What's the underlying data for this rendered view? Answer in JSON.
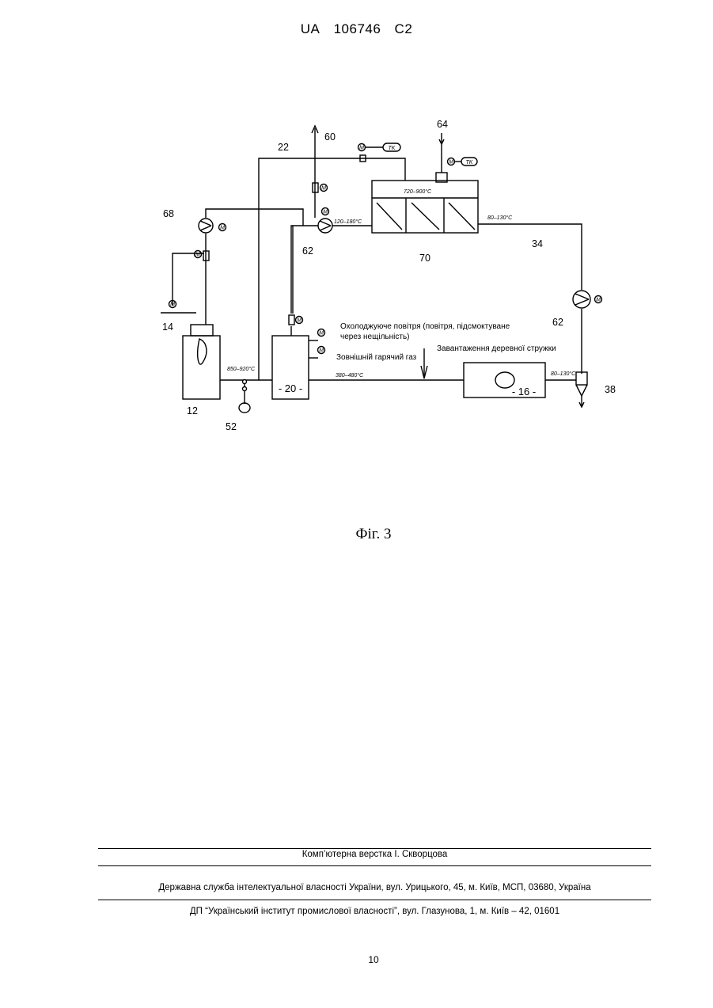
{
  "header": {
    "country": "UA",
    "number": "106746",
    "kind": "C2"
  },
  "figure": {
    "caption": "Фіг. 3",
    "labels": {
      "n60": "60",
      "n64": "64",
      "n22": "22",
      "n68": "68",
      "n62a": "62",
      "n70": "70",
      "n34": "34",
      "n14": "14",
      "n62b": "62",
      "n12": "12",
      "n52": "52",
      "n38": "38",
      "b20": "- 20 -",
      "b16": "- 16 -"
    },
    "temperatures": {
      "t1": "720–900°C",
      "t2": "120–180°C",
      "t3": "80–130°C",
      "t4": "850–920°C",
      "t5": "380–480°C",
      "t6": "80–130°C"
    },
    "notes": {
      "cooling_1": "Охолоджуюче повітря (повітря, підсмоктуване",
      "cooling_2": "через нещільність)",
      "hot_gas": "Зовнішній гарячий газ",
      "loading": "Завантаження деревної стружки"
    },
    "instrument_tags": {
      "m": "M",
      "tk": "TK"
    }
  },
  "footer": {
    "layout": "Комп’ютерна верстка І. Скворцова",
    "office": "Державна служба інтелектуальної власності України, вул. Урицького, 45, м. Київ, МСП, 03680, Україна",
    "institute": "ДП “Український інститут промислової власності”, вул. Глазунова, 1, м. Київ – 42, 01601",
    "page": "10"
  }
}
